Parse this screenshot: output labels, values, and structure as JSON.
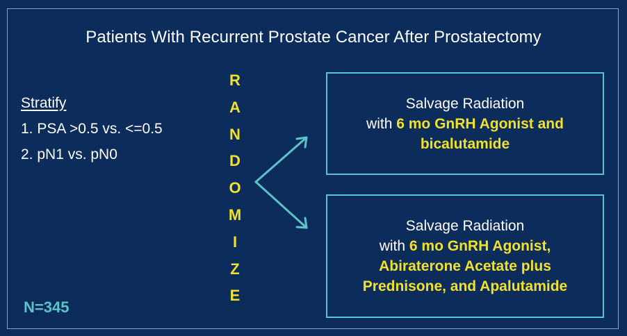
{
  "title": "Patients With Recurrent Prostate Cancer After Prostatectomy",
  "stratify": {
    "heading": "Stratify",
    "items": [
      "1. PSA >0.5 vs. <=0.5",
      "2. pN1 vs. pN0"
    ]
  },
  "randomize_letters": [
    "R",
    "A",
    "N",
    "D",
    "O",
    "M",
    "I",
    "Z",
    "E"
  ],
  "arms": [
    {
      "line1": "Salvage Radiation",
      "line2_prefix": "with ",
      "line2_highlight": "6 mo GnRH Agonist and",
      "line3": "bicalutamide"
    },
    {
      "line1": "Salvage Radiation",
      "line2_prefix": "with ",
      "line2_highlight": "6 mo GnRH Agonist,",
      "line3": "Abiraterone Acetate plus",
      "line4": "Prednisone, and Apalutamide"
    }
  ],
  "sample_size": "N=345",
  "colors": {
    "background": "#0c2c5c",
    "accent_yellow": "#f2e12a",
    "accent_teal": "#5cc4c8",
    "text": "#ffffff"
  }
}
